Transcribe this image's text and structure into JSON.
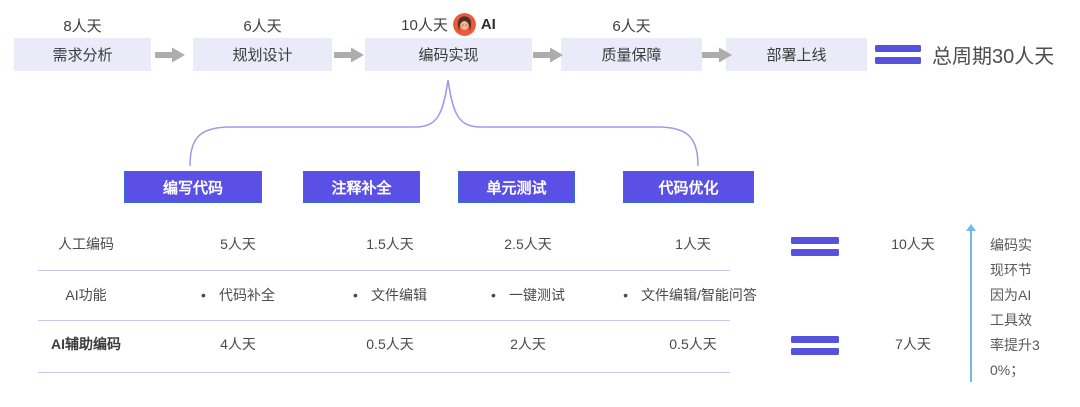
{
  "flow": {
    "steps": [
      {
        "duration": "8人天",
        "label": "需求分析"
      },
      {
        "duration": "6人天",
        "label": "规划设计"
      },
      {
        "duration": "10人天",
        "label": "编码实现",
        "ai_badge": "AI"
      },
      {
        "duration": "6人天",
        "label": "质量保障"
      },
      {
        "duration": "",
        "label": "部署上线"
      }
    ],
    "total_label": "总周期30人天"
  },
  "breakdown": {
    "tasks": [
      "编写代码",
      "注释补全",
      "单元测试",
      "代码优化"
    ],
    "bullet": "•",
    "rows": {
      "manual": {
        "label": "人工编码",
        "values": [
          "5人天",
          "1.5人天",
          "2.5人天",
          "1人天"
        ],
        "total": "10人天"
      },
      "ai_features": {
        "label": "AI功能",
        "values": [
          "代码补全",
          "文件编辑",
          "一键测试",
          "文件编辑/智能问答"
        ]
      },
      "ai_assisted": {
        "label": "AI辅助编码",
        "values": [
          "4人天",
          "0.5人天",
          "2人天",
          "0.5人天"
        ],
        "total": "7人天"
      }
    },
    "note": "编码实现环节因为AI工具效率提升30%；"
  },
  "colors": {
    "accent_purple": "#5a50e6",
    "button_border_blue": "#3d6bd5",
    "equals_indigo": "#5552de",
    "box_lavender": "#eaeaf8",
    "arrow_gray": "#adadad",
    "brace_purple": "#9d99ea",
    "divider_periwinkle": "#c6c6ee",
    "note_line_blue": "#70bbea",
    "avatar_orange": "#ee5a36"
  }
}
